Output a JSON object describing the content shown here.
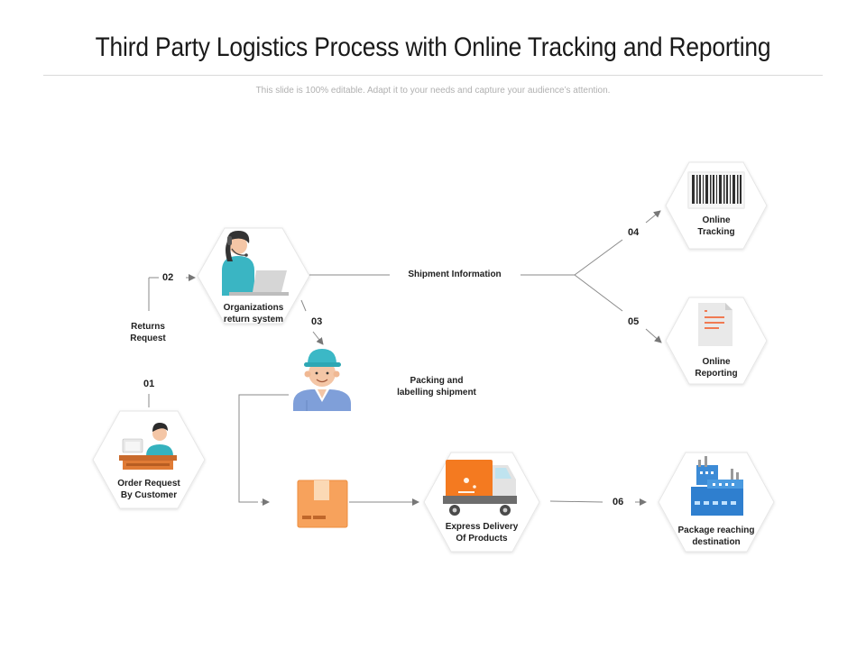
{
  "header": {
    "title": "Third Party Logistics Process with Online Tracking and Reporting",
    "subtitle": "This slide is 100% editable. Adapt it to your needs and capture your audience’s attention."
  },
  "nodes": {
    "order_request": "Order Request\nBy Customer",
    "returns_request": "Returns\nRequest",
    "org_return": "Organizations\nreturn system",
    "shipment_info": "Shipment Information",
    "packing": "Packing and\nlabelling shipment",
    "online_tracking": "Online\nTracking",
    "online_reporting": "Online\nReporting",
    "express_delivery": "Express Delivery\nOf Products",
    "package_destination": "Package reaching\ndestination"
  },
  "steps": {
    "s01": "01",
    "s02": "02",
    "s03": "03",
    "s04": "04",
    "s05": "05",
    "s06": "06"
  },
  "colors": {
    "teal": "#3bb8c6",
    "orange": "#f5862e",
    "blue": "#3d8fd6",
    "shirt": "#7a9bd6",
    "hexagon_border": "#e3e3e3",
    "line": "#888888"
  }
}
